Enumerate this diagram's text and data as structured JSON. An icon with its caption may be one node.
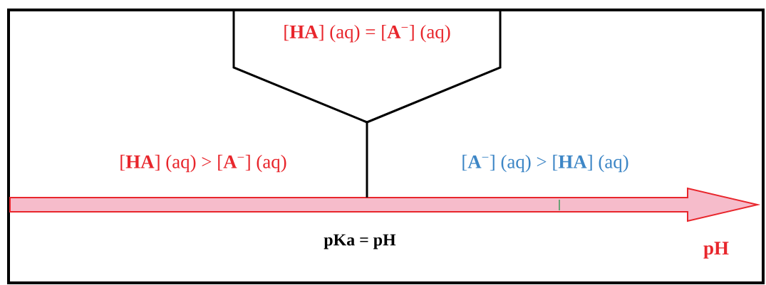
{
  "diagram": {
    "nodes": [
      {
        "text": [
          "[**HA**] (aq) = [**A**$^{−}$] (aq)"
        ]
      },
      {
        "text": [
          "pH"
        ]
      }
    ],
    "edges": [
      {
        "from": 0,
        "to": 1,
        "arrow": "none"
      }
    ],
    "labels": [
      "[**HA**] (aq) > [**A**$^{−}$] (aq)",
      "[**A**$^{−}$] (aq) > [**HA**] (aq)",
      "**pKa = pH**"
    ]
  }
}
